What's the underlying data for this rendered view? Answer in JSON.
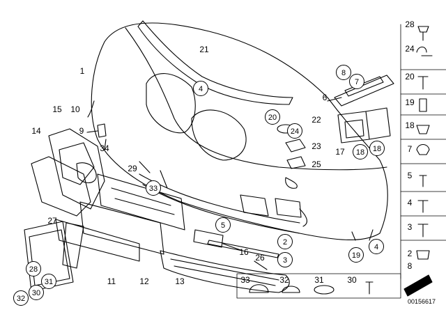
{
  "diagram": {
    "drawing_id": "00156617",
    "callouts": [
      {
        "label": "1",
        "style": "plain"
      },
      {
        "label": "21",
        "style": "plain"
      },
      {
        "label": "4",
        "style": "circle"
      },
      {
        "label": "15",
        "style": "plain"
      },
      {
        "label": "10",
        "style": "plain"
      },
      {
        "label": "14",
        "style": "plain"
      },
      {
        "label": "9",
        "style": "plain"
      },
      {
        "label": "34",
        "style": "plain"
      },
      {
        "label": "29",
        "style": "plain"
      },
      {
        "label": "33",
        "style": "circle"
      },
      {
        "label": "27",
        "style": "plain"
      },
      {
        "label": "28",
        "style": "circle"
      },
      {
        "label": "31",
        "style": "circle"
      },
      {
        "label": "30",
        "style": "circle"
      },
      {
        "label": "32",
        "style": "circle"
      },
      {
        "label": "11",
        "style": "plain"
      },
      {
        "label": "12",
        "style": "plain"
      },
      {
        "label": "13",
        "style": "plain"
      },
      {
        "label": "5",
        "style": "circle"
      },
      {
        "label": "16",
        "style": "plain"
      },
      {
        "label": "26",
        "style": "plain"
      },
      {
        "label": "2",
        "style": "circle"
      },
      {
        "label": "3",
        "style": "circle"
      },
      {
        "label": "19",
        "style": "circle"
      },
      {
        "label": "4",
        "style": "circle"
      },
      {
        "label": "20",
        "style": "circle"
      },
      {
        "label": "22",
        "style": "plain"
      },
      {
        "label": "24",
        "style": "circle"
      },
      {
        "label": "23",
        "style": "plain"
      },
      {
        "label": "25",
        "style": "plain"
      },
      {
        "label": "17",
        "style": "plain"
      },
      {
        "label": "18",
        "style": "circle"
      },
      {
        "label": "18",
        "style": "circle"
      },
      {
        "label": "8",
        "style": "circle"
      },
      {
        "label": "7",
        "style": "circle"
      },
      {
        "label": "6",
        "style": "plain"
      }
    ],
    "side_panel": [
      "28",
      "24",
      "20",
      "19",
      "18",
      "7",
      "5",
      "4",
      "3",
      "2",
      "8"
    ],
    "bottom_panel": [
      "33",
      "32",
      "31",
      "30"
    ]
  }
}
